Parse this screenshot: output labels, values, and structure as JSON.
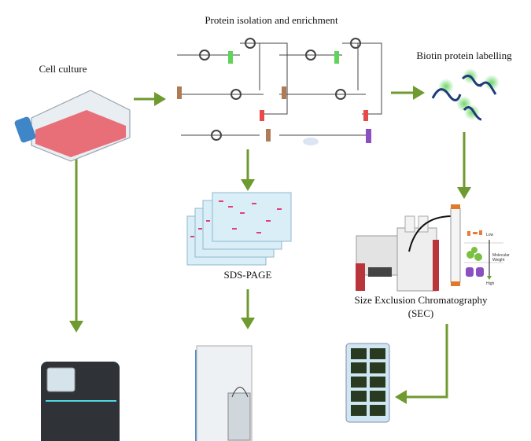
{
  "labels": {
    "cell_culture": "Cell culture",
    "protein_isolation": "Protein isolation and enrichment",
    "biotin_labelling": "Biotin protein labelling",
    "sds_page": "SDS-PAGE",
    "sec_line1": "Size Exclusion Chromatography",
    "sec_line2": "(SEC)",
    "mw_low": "Low",
    "mw_label_1": "Molecular",
    "mw_label_2": "Weight",
    "mw_high": "High"
  },
  "colors": {
    "arrow": "#6f9a2f",
    "flask_medium": "#e8606a",
    "flask_cap": "#3f86c8",
    "protein": "#1f3c78",
    "biotin_glow": "#5fd35a",
    "gel": "#d9eef7",
    "gel_band": "#e0407a",
    "instrument_red": "#b8353b"
  },
  "icons": [
    "cell-culture-flask-icon",
    "protocol-flowchart-icon",
    "biotinylated-protein-icon",
    "sds-page-gel-icon",
    "sec-instrument-icon",
    "sec-column-icon",
    "sequencer-icon",
    "mass-spectrometer-icon",
    "microarray-icon"
  ]
}
